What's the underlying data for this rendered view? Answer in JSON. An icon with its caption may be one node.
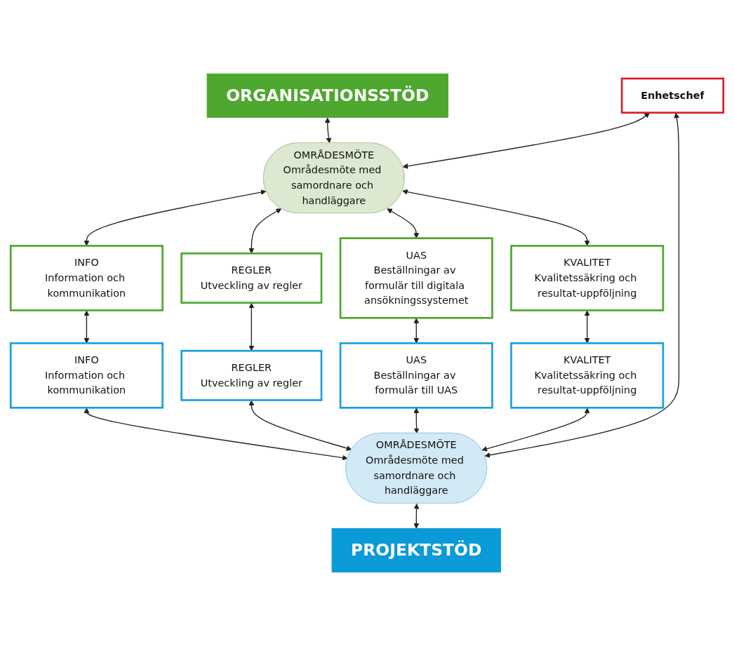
{
  "diagram": {
    "nodes": [
      {
        "text": [
          "ORGANISATIONSSTÖD"
        ]
      },
      {
        "text": [
          "OMRÅDESMÖTE",
          "Områdesmöte med samordnare och handläggare"
        ]
      },
      {
        "text": [
          "Enhetschef"
        ]
      },
      {
        "text": [
          "INFO",
          "Information och kommunikation"
        ]
      },
      {
        "text": [
          "REGLER",
          "Utveckling av regler"
        ]
      },
      {
        "text": [
          "UAS",
          "Beställningar av formulär till digitala ansökningssystemet"
        ]
      },
      {
        "text": [
          "KVALITET",
          "Kvalitetssäkring och resultat-uppföljning"
        ]
      },
      {
        "text": [
          "INFO",
          "Information och kommunikation"
        ]
      },
      {
        "text": [
          "REGLER",
          "Utveckling av regler"
        ]
      },
      {
        "text": [
          "UAS",
          "Beställningar av formulär till UAS"
        ]
      },
      {
        "text": [
          "KVALITET",
          "Kvalitetssäkring och resultat-uppföljning"
        ]
      },
      {
        "text": [
          "OMRÅDESMÖTE",
          "Områdesmöte med samordnare och handläggare"
        ]
      },
      {
        "text": [
          "PROJEKTSTÖD"
        ]
      }
    ],
    "edges": [
      {
        "from": 0,
        "to": 1,
        "arrow": "both"
      },
      {
        "from": 2,
        "to": 1,
        "arrow": "both"
      },
      {
        "from": 1,
        "to": 3,
        "arrow": "both"
      },
      {
        "from": 1,
        "to": 4,
        "arrow": "both"
      },
      {
        "from": 1,
        "to": 5,
        "arrow": "both"
      },
      {
        "from": 1,
        "to": 6,
        "arrow": "both"
      },
      {
        "from": 3,
        "to": 7,
        "arrow": "both"
      },
      {
        "from": 4,
        "to": 8,
        "arrow": "both"
      },
      {
        "from": 5,
        "to": 9,
        "arrow": "both"
      },
      {
        "from": 6,
        "to": 10,
        "arrow": "both"
      },
      {
        "from": 7,
        "to": 11,
        "arrow": "both"
      },
      {
        "from": 8,
        "to": 11,
        "arrow": "both"
      },
      {
        "from": 9,
        "to": 11,
        "arrow": "both"
      },
      {
        "from": 10,
        "to": 11,
        "arrow": "both"
      },
      {
        "from": 2,
        "to": 11,
        "arrow": "both"
      },
      {
        "from": 11,
        "to": 12,
        "arrow": "both"
      }
    ]
  }
}
